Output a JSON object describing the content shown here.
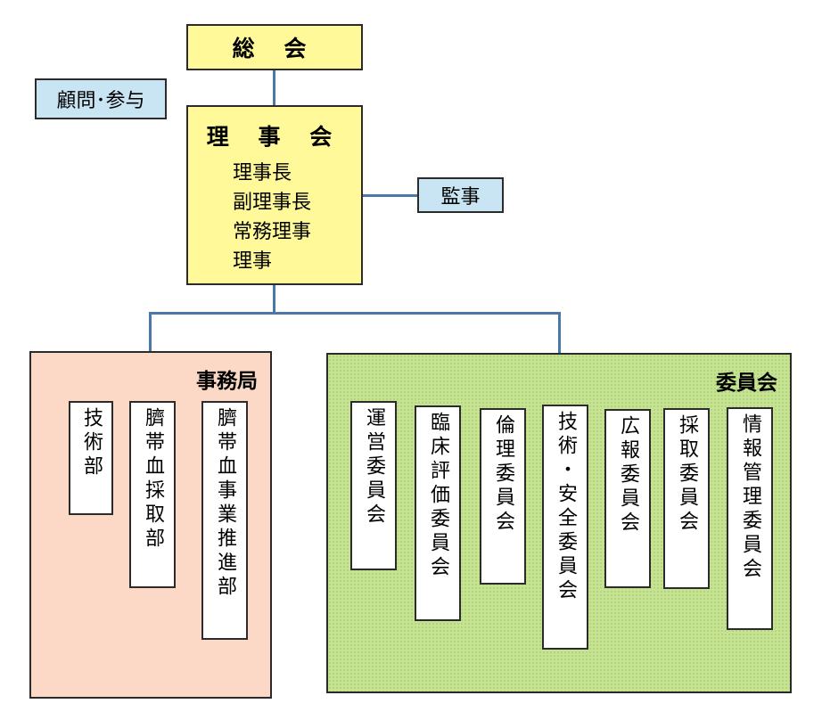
{
  "general_assembly": {
    "label": "総 会"
  },
  "advisors": {
    "label": "顧問･参与"
  },
  "board": {
    "title": "理 事 会",
    "members": [
      "理事長",
      "副理事長",
      "常務理事",
      "理事"
    ]
  },
  "auditor": {
    "label": "監事"
  },
  "secretariat": {
    "title": "事務局",
    "departments": [
      "技術部",
      "臍帯血採取部",
      "臍帯血事業推進部"
    ]
  },
  "committees": {
    "title": "委員会",
    "items": [
      "運営委員会",
      "臨床評価委員会",
      "倫理委員会",
      "技術・安全委員会",
      "広報委員会",
      "採取委員会",
      "情報管理委員会"
    ]
  },
  "colors": {
    "board": "#fff99a",
    "side_boxes": "#c9e4f2",
    "secretariat": "#fbd9c6",
    "committees": "#c6e392",
    "connector": "#4a78a8"
  }
}
